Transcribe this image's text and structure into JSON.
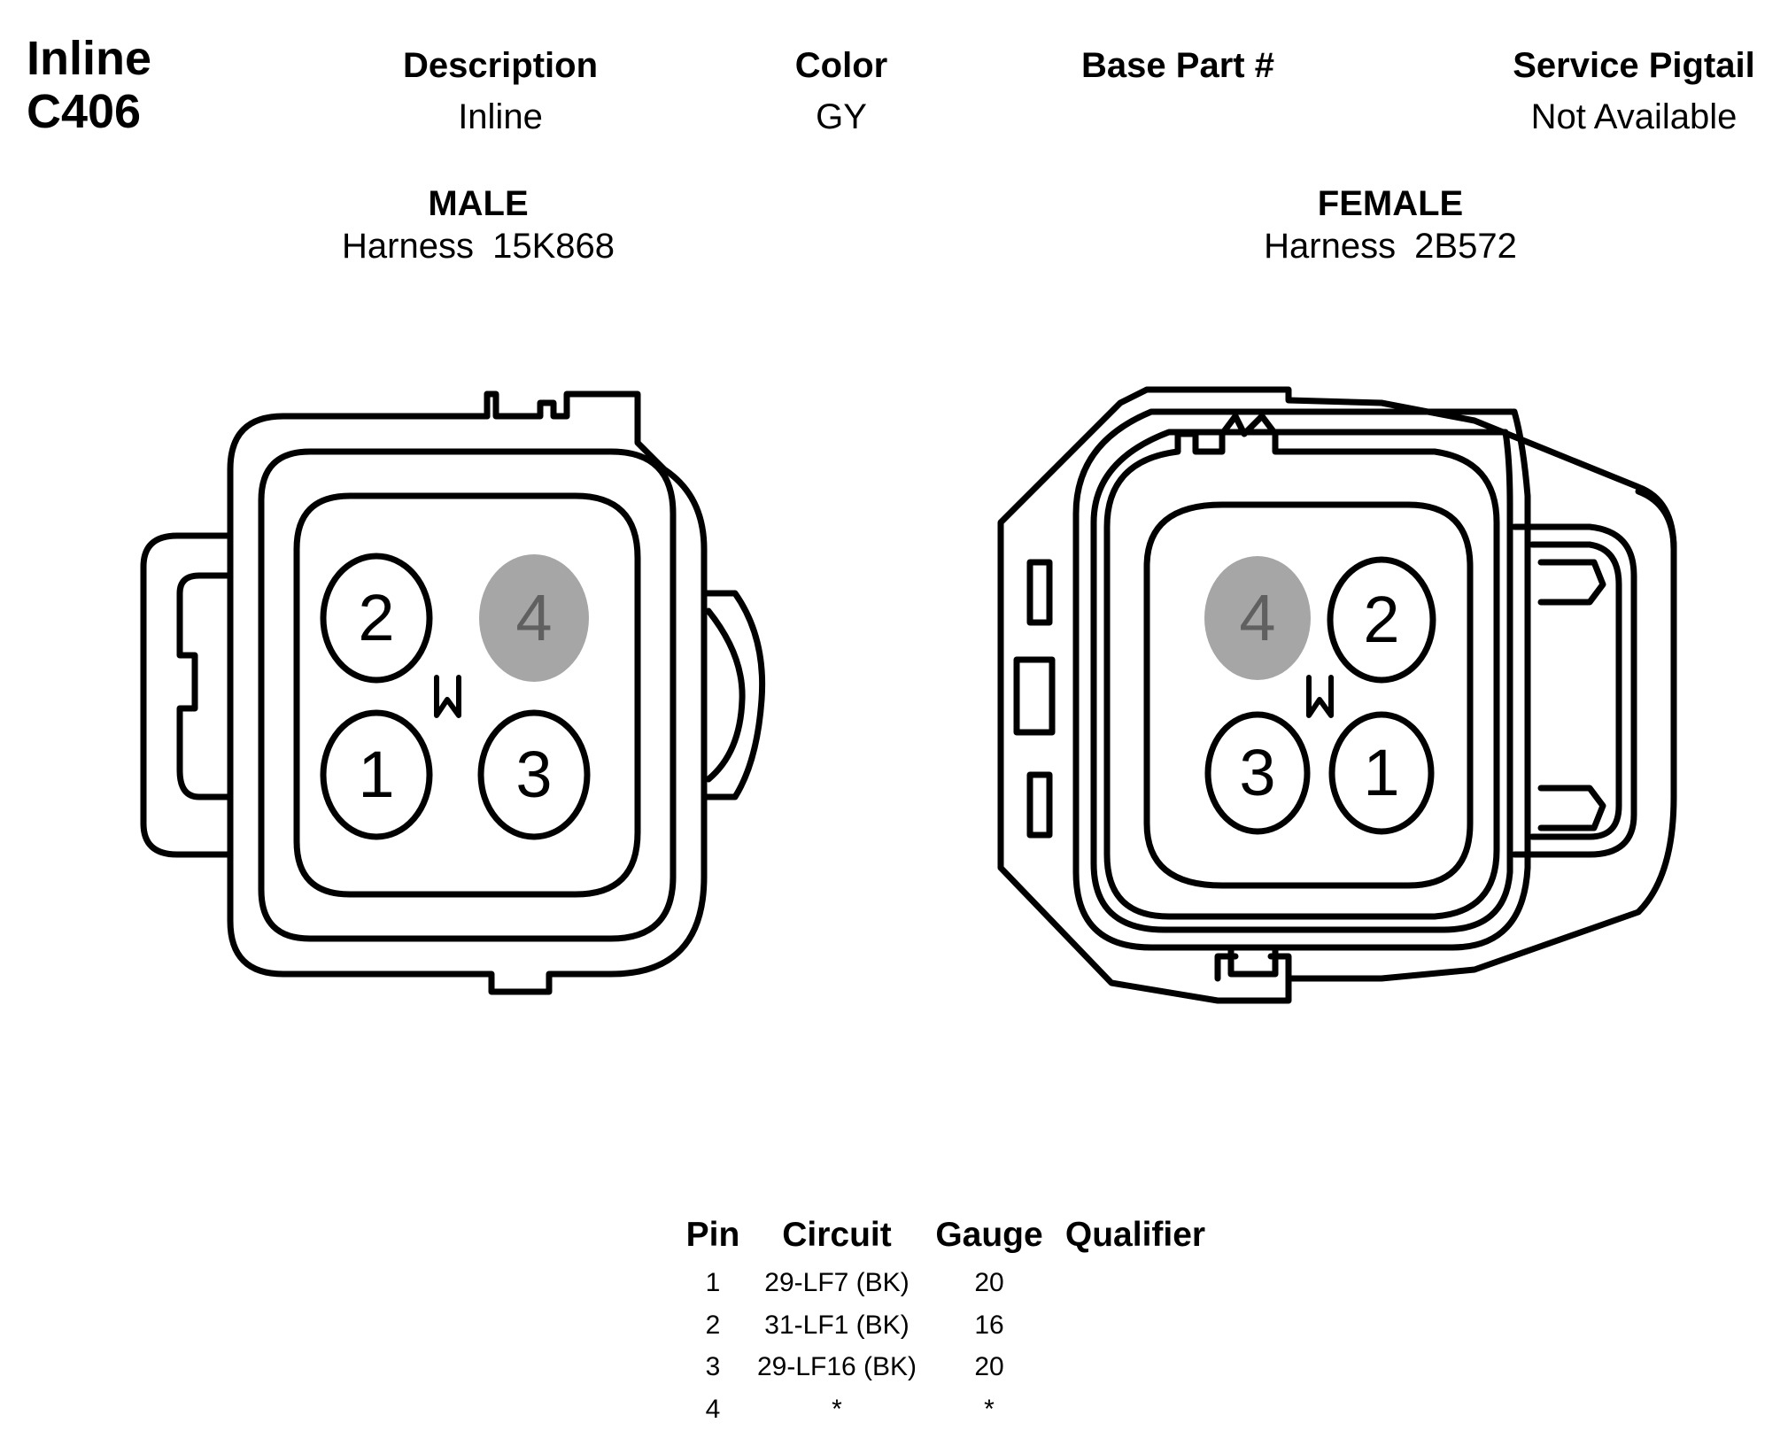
{
  "connector": {
    "title_line1": "Inline",
    "title_line2": "C406"
  },
  "header": {
    "description_label": "Description",
    "description_value": "Inline",
    "color_label": "Color",
    "color_value": "GY",
    "base_part_label": "Base Part #",
    "base_part_value": "",
    "service_pigtail_label": "Service Pigtail",
    "service_pigtail_value": "Not Available"
  },
  "male": {
    "label": "MALE",
    "harness": "Harness  15K868",
    "pins": [
      "2",
      "4",
      "1",
      "3"
    ],
    "mark": "W"
  },
  "female": {
    "label": "FEMALE",
    "harness": "Harness  2B572",
    "pins": [
      "4",
      "2",
      "3",
      "1"
    ],
    "mark": "W"
  },
  "colors": {
    "highlighted_pin_fill": "#a6a6a6",
    "highlighted_pin_text": "#606060",
    "stroke": "#000000"
  },
  "pin_table": {
    "headers": [
      "Pin",
      "Circuit",
      "Gauge",
      "Qualifier"
    ],
    "rows": [
      {
        "pin": "1",
        "circuit": "29-LF7 (BK)",
        "gauge": "20",
        "qualifier": ""
      },
      {
        "pin": "2",
        "circuit": "31-LF1 (BK)",
        "gauge": "16",
        "qualifier": ""
      },
      {
        "pin": "3",
        "circuit": "29-LF16 (BK)",
        "gauge": "20",
        "qualifier": ""
      },
      {
        "pin": "4",
        "circuit": "*",
        "gauge": "*",
        "qualifier": ""
      }
    ]
  }
}
